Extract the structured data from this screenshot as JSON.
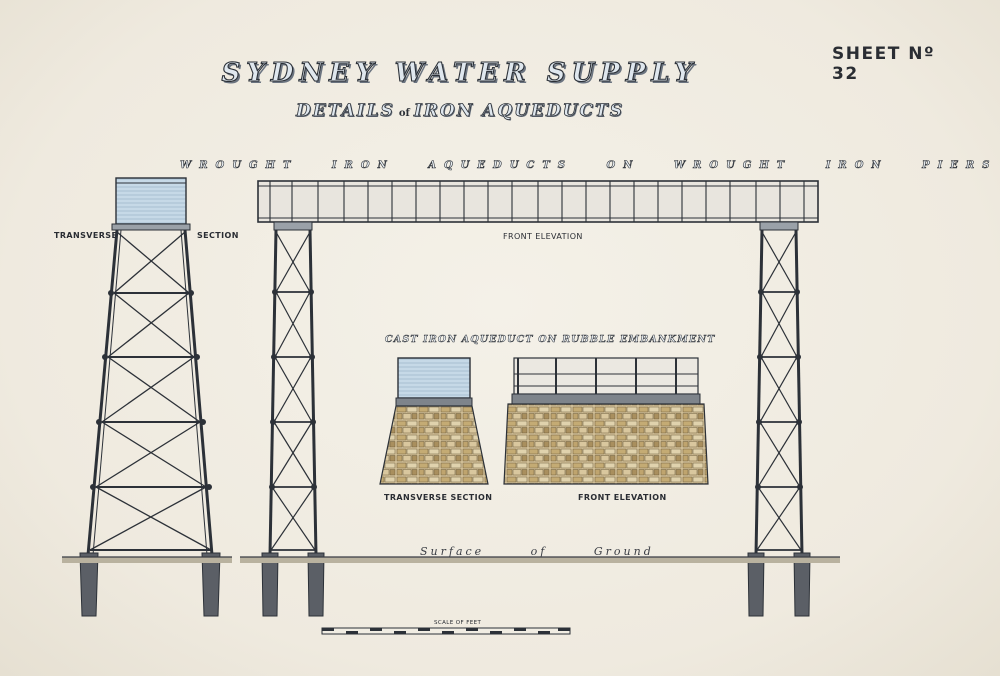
{
  "title": "SYDNEY WATER SUPPLY",
  "subtitle": {
    "part1": "DETAILS",
    "of": "of",
    "part2": "IRON AQUEDUCTS"
  },
  "sheet": "SHEET  Nº 32",
  "wrought_heading": "WROUGHT IRON AQUEDUCTS ON WROUGHT IRON PIERS",
  "labels": {
    "transverse": "TRANSVERSE",
    "section": "SECTION",
    "front_elevation": "FRONT ELEVATION"
  },
  "cast_heading": "CAST IRON AQUEDUCT ON RUBBLE EMBANKMENT",
  "cast_labels": {
    "transverse_section": "TRANSVERSE SECTION",
    "front_elevation": "FRONT ELEVATION"
  },
  "ground": "Surface of Ground",
  "scale_label": "SCALE OF FEET",
  "colors": {
    "ink": "#2c3138",
    "water_blue": "#bcd3e3",
    "stone": "#cbb68a",
    "stone_dark": "#a98f5e",
    "ground": "#8a8577"
  }
}
